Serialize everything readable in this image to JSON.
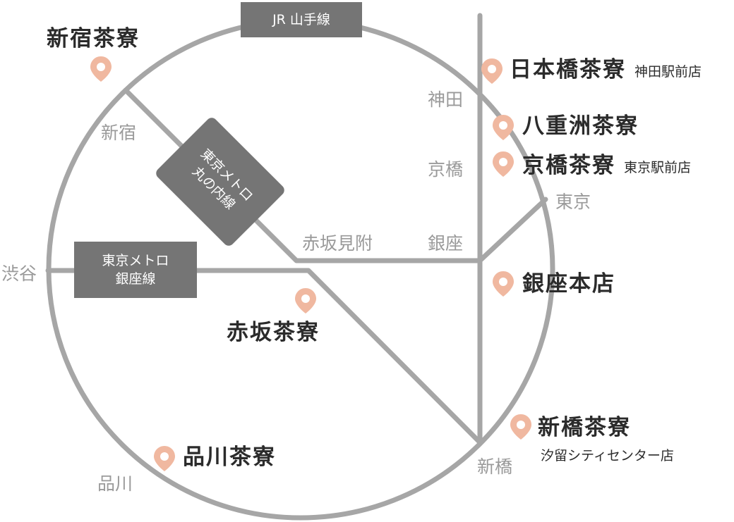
{
  "colors": {
    "track": "#a6a6a6",
    "line_label_bg": "#757575",
    "pin": "#f0b8a0",
    "station_text": "#9a9a9a",
    "shop_text": "#2b2b2b"
  },
  "lines": {
    "jr_yamanote": "JR 山手線",
    "marunouchi": [
      "東京メトロ",
      "丸の内線"
    ],
    "ginza": [
      "東京メトロ",
      "銀座線"
    ]
  },
  "stations": {
    "shinjuku": "新宿",
    "shibuya": "渋谷",
    "shinagawa": "品川",
    "shimbashi": "新橋",
    "tokyo": "東京",
    "kanda": "神田",
    "kyobashi": "京橋",
    "ginza": "銀座",
    "akasaka_mitsuke": "赤坂見附"
  },
  "shops": {
    "shinjuku": {
      "name": "新宿茶寮"
    },
    "nihonbashi": {
      "name": "日本橋茶寮",
      "sub": "神田駅前店"
    },
    "yaesu": {
      "name": "八重洲茶寮"
    },
    "kyobashi": {
      "name": "京橋茶寮",
      "sub": "東京駅前店"
    },
    "ginza_honten": {
      "name": "銀座本店"
    },
    "akasaka": {
      "name": "赤坂茶寮"
    },
    "shimbashi": {
      "name": "新橋茶寮",
      "sub": "汐留シティセンター店"
    },
    "shinagawa": {
      "name": "品川茶寮"
    }
  }
}
